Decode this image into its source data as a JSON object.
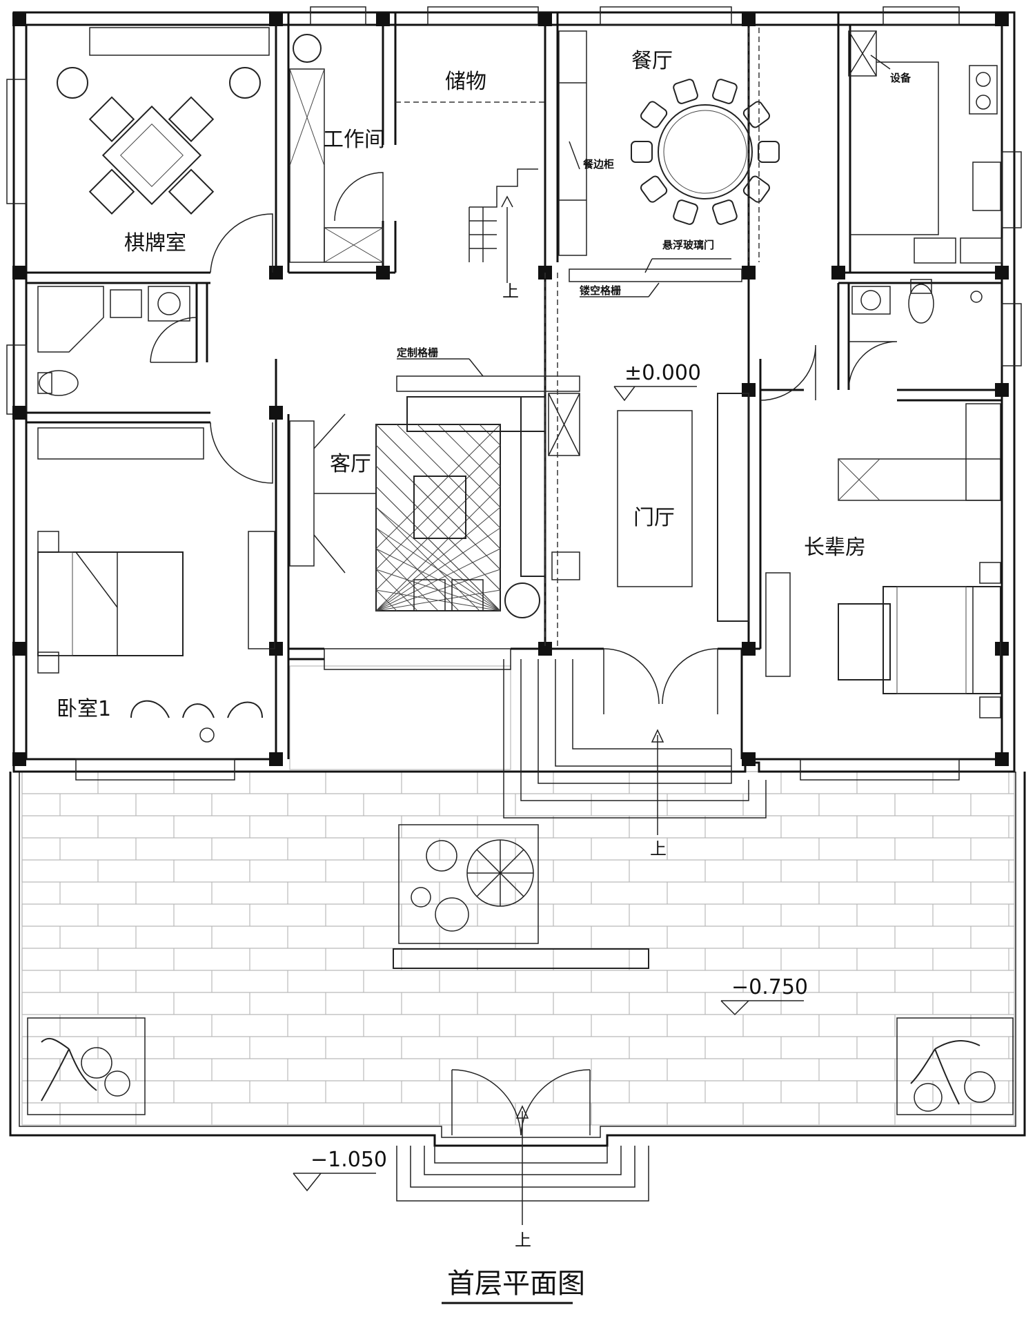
{
  "title": "首层平面图",
  "rooms": {
    "chess_room": "棋牌室",
    "workroom": "工作间",
    "storage": "储物",
    "dining": "餐厅",
    "living": "客厅",
    "foyer": "门厅",
    "elder_room": "长辈房",
    "bedroom1": "卧室1"
  },
  "annotations": {
    "equipment": "设备",
    "sideboard": "餐边柜",
    "floating_glass_door": "悬浮玻璃门",
    "hollow_grille": "镂空格栅",
    "custom_grille": "定制格栅"
  },
  "levels": {
    "floor": "±0.000",
    "terrace": "−0.750",
    "entry": "−1.050"
  },
  "up_markers": {
    "stair": "上",
    "foyer": "上",
    "entry": "上"
  }
}
